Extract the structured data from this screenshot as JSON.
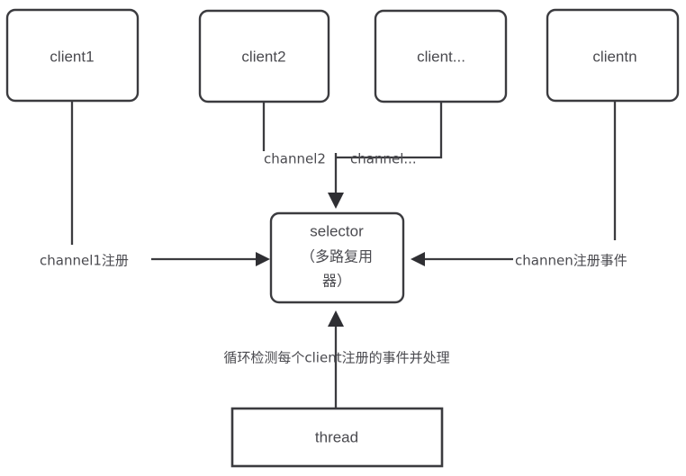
{
  "diagram": {
    "title": "selector multiplexer diagram",
    "background_color": "#ffffff",
    "stroke_color": "#3b3b3f",
    "text_color": "#4a4a4f",
    "nodes": [
      {
        "id": "client1",
        "label": "client1"
      },
      {
        "id": "client2",
        "label": "client2"
      },
      {
        "id": "clientx",
        "label": "client..."
      },
      {
        "id": "clientn",
        "label": "clientn"
      },
      {
        "id": "selector",
        "label_line1": "selector",
        "label_line2": "（多路复用",
        "label_line3": "器）"
      },
      {
        "id": "thread",
        "label": "thread"
      }
    ],
    "edge_labels": {
      "channel1": "channel1注册",
      "channel2": "channel2",
      "channelx": "channel...",
      "channeln": "channen注册事件",
      "thread_loop": "循环检测每个client注册的事件并处理"
    }
  }
}
